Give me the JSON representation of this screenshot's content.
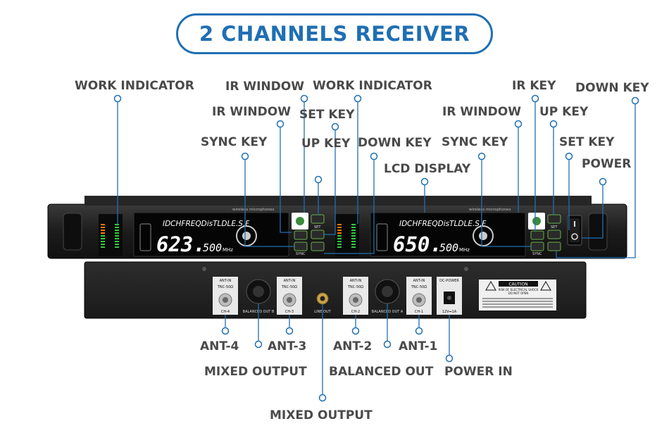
{
  "title": "2 CHANNELS RECEIVER",
  "colors": {
    "accent": "#1f6fb3",
    "label": "#4a4a4a",
    "chassis": "#1c1c1c",
    "lcd_text": "#ffffff"
  },
  "front_labels": {
    "work_indicator_1": "WORK INDICATOR",
    "ir_window_top": "IR WINDOW",
    "work_indicator_2": "WORK INDICATOR",
    "ir_key": "IR KEY",
    "down_key_right": "DOWN KEY",
    "ir_window_1": "IR WINDOW",
    "set_key_1": "SET KEY",
    "ir_window_2": "IR WINDOW",
    "up_key_2": "UP KEY",
    "sync_key_1": "SYNC KEY",
    "up_key_1": "UP KEY",
    "down_key_1": "DOWN KEY",
    "sync_key_2": "SYNC KEY",
    "set_key_2": "SET KEY",
    "power": "POWER",
    "lcd_display": "LCD DISPLAY"
  },
  "rear_labels": {
    "ant4": "ANT-4",
    "ant3": "ANT-3",
    "ant2": "ANT-2",
    "ant1": "ANT-1",
    "mixed_output_1": "MIXED OUTPUT",
    "balanced_out": "BALANCED OUT",
    "power_in": "POWER IN",
    "mixed_output_2": "MIXED OUTPUT"
  },
  "lcd": {
    "header": "IDCHFREQDisTLDLE.S.F",
    "ch1_freq": "623.",
    "ch1_sub": "500",
    "ch2_freq": "650.",
    "ch2_sub": "500",
    "unit": "MHz",
    "sync_tag": "SYNC",
    "brand_text": "wireless microphones"
  },
  "buttons": {
    "set": "SET",
    "sync": "SYNC"
  },
  "rear_panel": {
    "ant_in": "ANT-IN",
    "tnc": "TNC-50Ω",
    "ch4": "CH-4",
    "ch3": "CH-3",
    "ch2": "CH-2",
    "ch1": "CH-1",
    "bal_out_b": "BALANCED OUT B",
    "bal_out_a": "BALANCED OUT A",
    "line_out": "LINE OUT",
    "dc_power": "DC-POWER",
    "dc_rating": "12V⎓1A",
    "caution": "CAUTION",
    "caution_sub1": "RISK OF ELECTRICAL SHOCK",
    "caution_sub2": "DO NOT OPEN"
  }
}
